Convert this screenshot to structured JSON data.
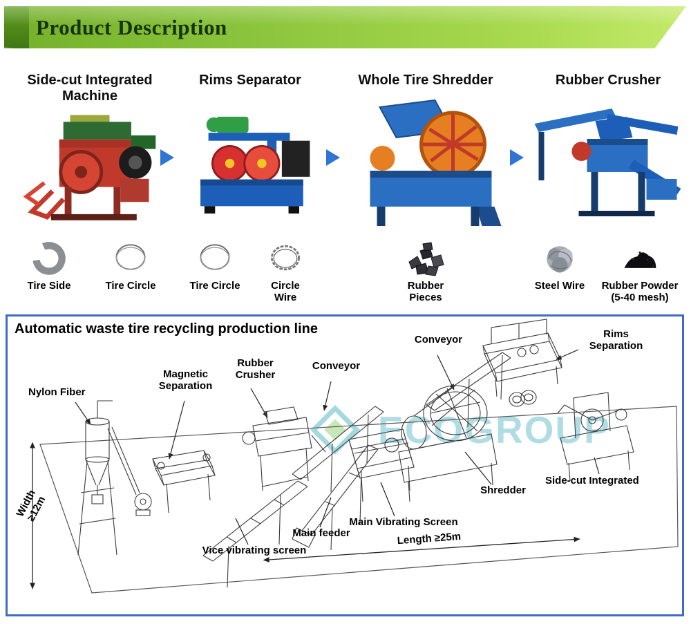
{
  "header": {
    "title": "Product Description"
  },
  "flow": {
    "products": [
      {
        "name": "Side-cut Integrated Machine",
        "outputs": [
          "Tire Side",
          "Tire Circle"
        ]
      },
      {
        "name": "Rims Separator",
        "outputs": [
          "Tire Circle",
          "Circle Wire"
        ]
      },
      {
        "name": "Whole Tire Shredder",
        "outputs": [
          "Rubber Pieces"
        ]
      },
      {
        "name": "Rubber Crusher",
        "outputs": [
          "Steel Wire",
          "Rubber Powder (5-40 mesh)"
        ]
      }
    ]
  },
  "diagram": {
    "title": "Automatic waste tire recycling production line",
    "labels": {
      "nylon_fiber": "Nylon Fiber",
      "magnetic_separation": "Magnetic Separation",
      "rubber_crusher": "Rubber Crusher",
      "conveyor_1": "Conveyor",
      "conveyor_2": "Conveyor",
      "rims_separation": "Rims Separation",
      "side_cut_integrated": "Side-cut Integrated",
      "shredder": "Shredder",
      "main_vibrating_screen": "Main Vibrating Screen",
      "main_feeder": "Main feeder",
      "vice_vibrating_screen": "Vice vibrating screen",
      "width": "Width ≥12m",
      "length": "Length ≥25m"
    },
    "watermark": "ECOGROUP"
  },
  "colors": {
    "banner_green": "#8AC43C",
    "arrow_blue": "#2E75D4",
    "diagram_border_blue": "#4169C8",
    "watermark_teal": "#3AA8B9"
  }
}
